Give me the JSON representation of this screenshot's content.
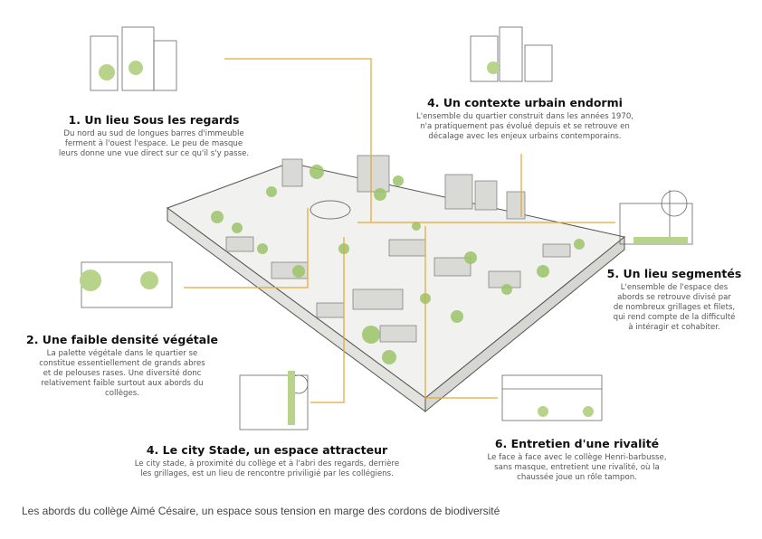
{
  "accent_color": "#e6a733",
  "annotations": [
    {
      "title": "1. Un lieu Sous les regards",
      "text": "Du nord au sud de longues barres d'immeuble ferment à l'ouest l'espace. Le peu de masque leurs donne une vue direct sur ce qu'il s'y passe."
    },
    {
      "title": "2. Une faible densité végétale",
      "text": "La palette végétale dans le quartier se constitue essentiellement de grands abres et de pelouses rases. Une diversité donc relativement faible surtout aux abords du collèges."
    },
    {
      "title": "4. Le city Stade, un espace attracteur",
      "text": "Le city stade, à proximité du collège et à l'abri des regards, derrière les grillages, est un lieu de rencontre priviligié par les collégiens."
    },
    {
      "title": "4. Un contexte urbain endormi",
      "text": "L'ensemble du quartier construit dans les années 1970, n'a pratiquement pas évolué depuis et se retrouve en décalage avec les enjeux urbains contemporains."
    },
    {
      "title": "5. Un lieu segmentés",
      "text": "L'ensemble de l'espace des abords se retrouve divisé par de nombreux grillages et filets, qui rend compte de la difficulté à intéragir et cohabiter."
    },
    {
      "title": "6. Entretien d'une rivalité",
      "text": "Le face à face avec le collège Henri-barbusse, sans masque, entretient une rivalité, où la chaussée joue un rôle tampon."
    }
  ],
  "caption": "Les abords du collège Aimé Césaire, un espace sous tension en marge des cordons de biodiversité"
}
